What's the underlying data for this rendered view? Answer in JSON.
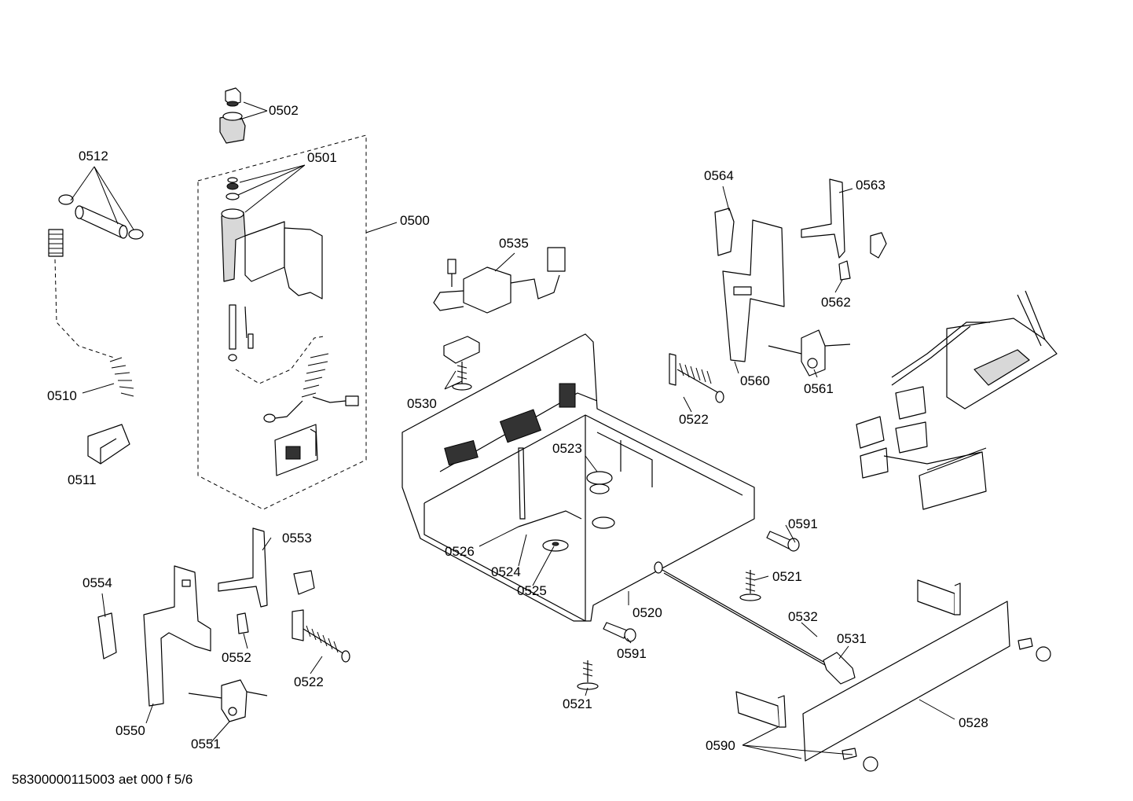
{
  "footer_code": "58300000115003 aet 000 f 5/6",
  "labels": {
    "p0500": "0500",
    "p0501": "0501",
    "p0502": "0502",
    "p0510": "0510",
    "p0511": "0511",
    "p0512": "0512",
    "p0520": "0520",
    "p0521a": "0521",
    "p0521b": "0521",
    "p0522a": "0522",
    "p0522b": "0522",
    "p0523": "0523",
    "p0524": "0524",
    "p0525": "0525",
    "p0526": "0526",
    "p0528": "0528",
    "p0530": "0530",
    "p0531": "0531",
    "p0532": "0532",
    "p0535": "0535",
    "p0550": "0550",
    "p0551": "0551",
    "p0552": "0552",
    "p0553": "0553",
    "p0554": "0554",
    "p0560": "0560",
    "p0561": "0561",
    "p0562": "0562",
    "p0563": "0563",
    "p0564": "0564",
    "p0590": "0590",
    "p0591a": "0591",
    "p0591b": "0591"
  }
}
